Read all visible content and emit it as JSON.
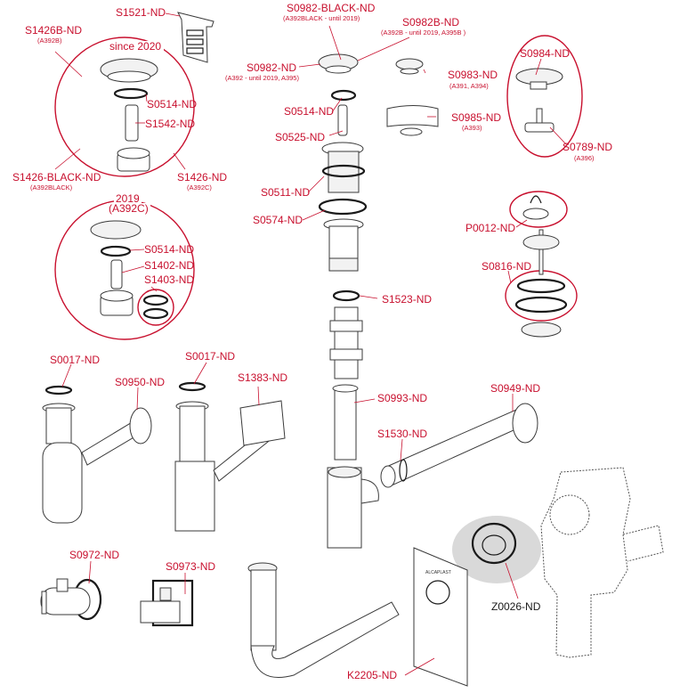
{
  "title": "Exploded parts diagram – sink siphons and drain components",
  "colors": {
    "label": "#c8102e",
    "line_art": "#3a3a3a",
    "highlight_bg": "#d9d9d9"
  },
  "groups": {
    "since_2020": {
      "label": "since 2020"
    },
    "y2019": {
      "label": "2019",
      "sub": "(A392C)"
    }
  },
  "parts": {
    "s1521": {
      "code": "S1521-ND"
    },
    "s1426b": {
      "code": "S1426B-ND",
      "sub": "(A392B)"
    },
    "s0514_a": {
      "code": "S0514-ND"
    },
    "s1542": {
      "code": "S1542-ND"
    },
    "s1426_black": {
      "code": "S1426-BLACK-ND",
      "sub": "(A392BLACK)"
    },
    "s1426": {
      "code": "S1426-ND",
      "sub": "(A392C)"
    },
    "s0514_b": {
      "code": "S0514-ND"
    },
    "s1402": {
      "code": "S1402-ND"
    },
    "s1403": {
      "code": "S1403-ND"
    },
    "s0982_black": {
      "code": "S0982-BLACK-ND",
      "sub": "(A392BLACK - until 2019)"
    },
    "s0982b": {
      "code": "S0982B-ND",
      "sub": "(A392B - until 2019, A395B )"
    },
    "s0982": {
      "code": "S0982-ND",
      "sub": "(A392 - until 2019, A395)"
    },
    "s0983": {
      "code": "S0983-ND",
      "sub": "(A391, A394)"
    },
    "s0514_c": {
      "code": "S0514-ND"
    },
    "s0985": {
      "code": "S0985-ND",
      "sub": "(A393)"
    },
    "s0525": {
      "code": "S0525-ND"
    },
    "s0984": {
      "code": "S0984-ND"
    },
    "s0789": {
      "code": "S0789-ND",
      "sub": "(A396)"
    },
    "s0511": {
      "code": "S0511-ND"
    },
    "s0574": {
      "code": "S0574-ND"
    },
    "p0012": {
      "code": "P0012-ND"
    },
    "s0816": {
      "code": "S0816-ND"
    },
    "s1523": {
      "code": "S1523-ND"
    },
    "s0017_a": {
      "code": "S0017-ND"
    },
    "s0950": {
      "code": "S0950-ND"
    },
    "s0017_b": {
      "code": "S0017-ND"
    },
    "s1383": {
      "code": "S1383-ND"
    },
    "s0993": {
      "code": "S0993-ND"
    },
    "s0949": {
      "code": "S0949-ND"
    },
    "s1530": {
      "code": "S1530-ND"
    },
    "s0972": {
      "code": "S0972-ND"
    },
    "s0973": {
      "code": "S0973-ND"
    },
    "z0026": {
      "code": "Z0026-ND"
    },
    "k2205": {
      "code": "K2205-ND"
    }
  },
  "icons": {
    "siphon_logo": "alcaplast-logo-icon"
  }
}
